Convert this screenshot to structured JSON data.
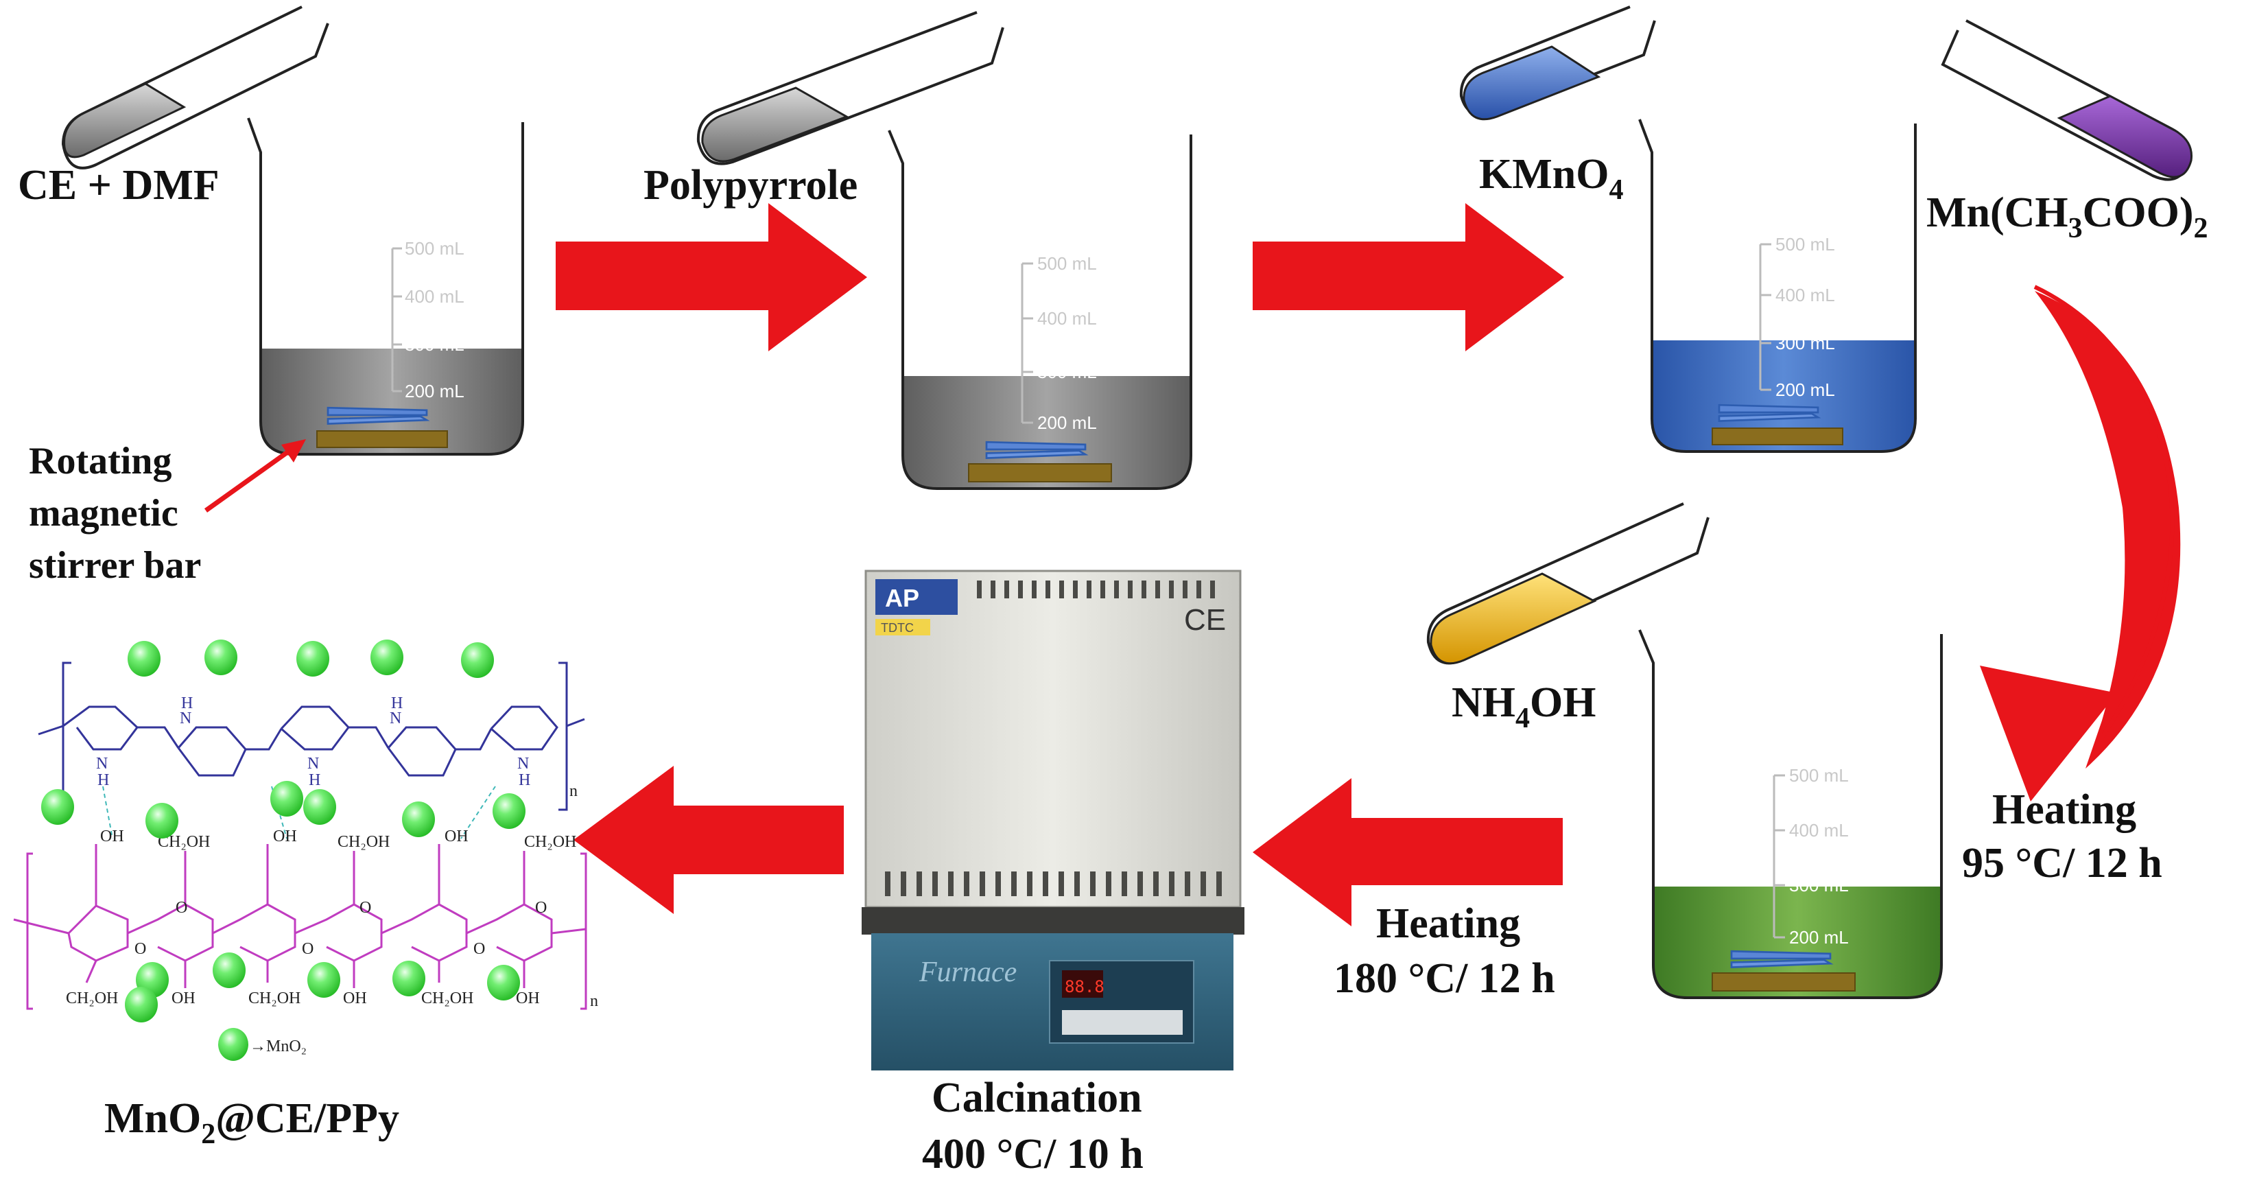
{
  "labels": {
    "ce_dmf": "CE + DMF",
    "polypyrrole": "Polypyrrole",
    "kmno4_base": "KMnO",
    "kmno4_sub": "4",
    "mnac_1": "Mn(CH",
    "mnac_sub1": "3",
    "mnac_2": "COO)",
    "mnac_sub2": "2",
    "stirrer_line1": "Rotating",
    "stirrer_line2": "magnetic",
    "stirrer_line3": "stirrer bar",
    "nh4oh_1": "NH",
    "nh4oh_sub": "4",
    "nh4oh_2": "OH",
    "heating95_line1": "Heating",
    "heating95_line2": "95 °C/ 12 h",
    "heating180_line1": "Heating",
    "heating180_line2": "180 °C/ 12 h",
    "calc_line1": "Calcination",
    "calc_line2": "400 °C/ 10 h",
    "product_1": "MnO",
    "product_sub": "2",
    "product_2": "@CE/PPy"
  },
  "beaker_marks": [
    "500 mL",
    "400 mL",
    "300 mL",
    "200 mL"
  ],
  "furnace": {
    "ce_mark": "CE",
    "brand": "Furnace",
    "logo": "AP",
    "model": "TDTC",
    "display": "88.8"
  },
  "structure": {
    "ch2oh": "CH₂OH",
    "oh": "OH",
    "o": "O",
    "n": "N",
    "h": "H",
    "n_sub": "n",
    "legend": "→MnO₂"
  },
  "colors": {
    "arrow_red": "#e8151b",
    "gray_liquid": "#8a8a8a",
    "blue_liquid": "#3c6fc4",
    "green_liquid": "#5e9a3a",
    "purple_tube": "#7030a0",
    "yellow_tube": "#f0b400",
    "ppy_blue": "#33349a",
    "cellulose_magenta": "#c03cc0",
    "mno2_green": "#3fd43f"
  }
}
